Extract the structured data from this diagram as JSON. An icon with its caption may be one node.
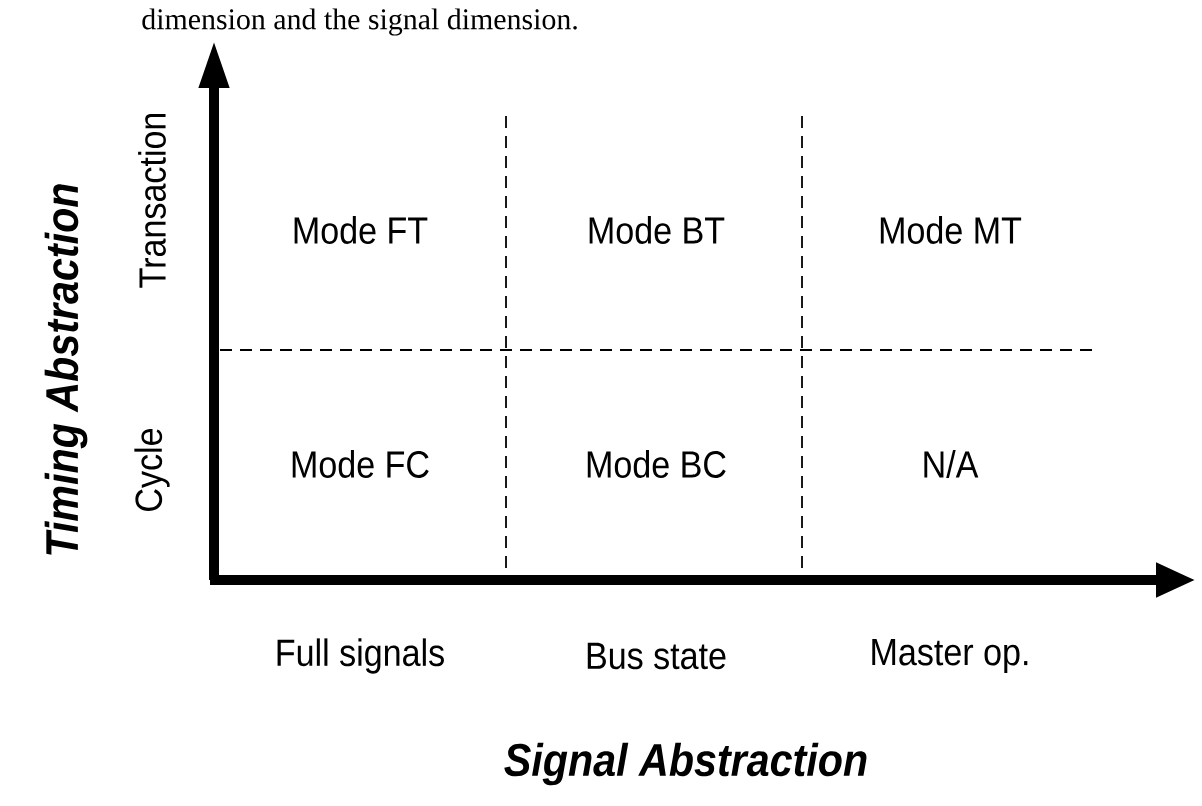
{
  "diagram": {
    "labels": [
      "dimension and the signal dimension.",
      "Timing Abstraction",
      "Transaction",
      "Mode FT",
      "Mode BT",
      "Mode MT",
      "Cycle",
      "Mode FC",
      "Mode BC",
      "N/A",
      "Full signals",
      "Bus state",
      "Master op.",
      "Signal Abstraction"
    ]
  }
}
